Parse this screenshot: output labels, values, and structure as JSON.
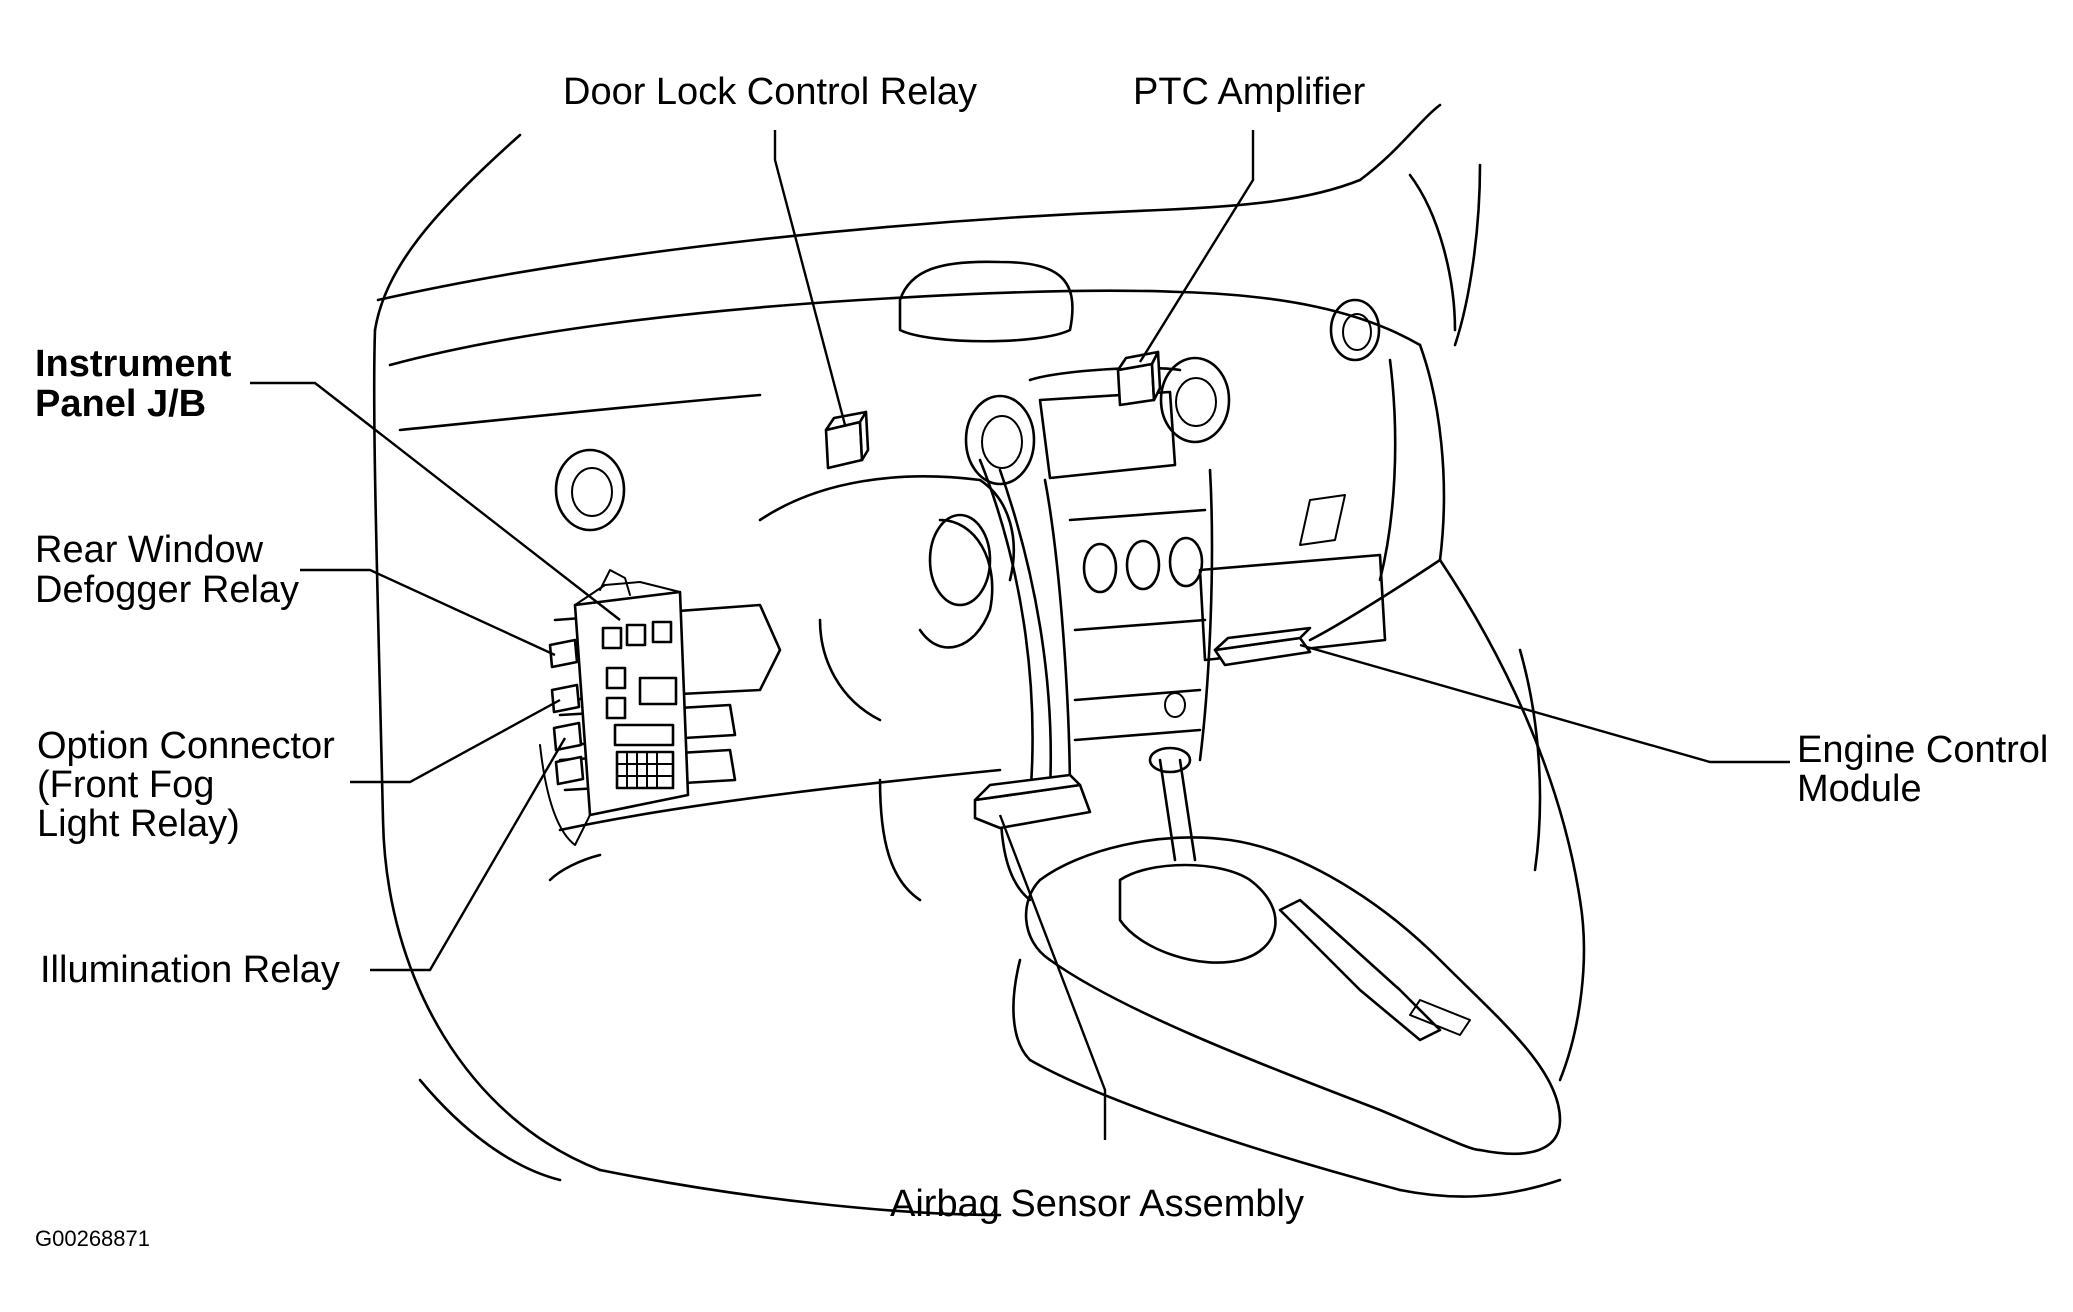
{
  "labels": {
    "door_lock": "Door Lock Control Relay",
    "ptc": "PTC Amplifier",
    "jb_line1": "Instrument",
    "jb_line2": "Panel J/B",
    "rear_line1": "Rear Window",
    "rear_line2": "Defogger Relay",
    "option_line1": "Option Connector",
    "option_line2": "(Front Fog",
    "option_line3": "Light Relay)",
    "illumination": "Illumination Relay",
    "ecm_line1": "Engine Control",
    "ecm_line2": "Module",
    "airbag": "Airbag Sensor Assembly"
  },
  "figure_id": "G00268871"
}
